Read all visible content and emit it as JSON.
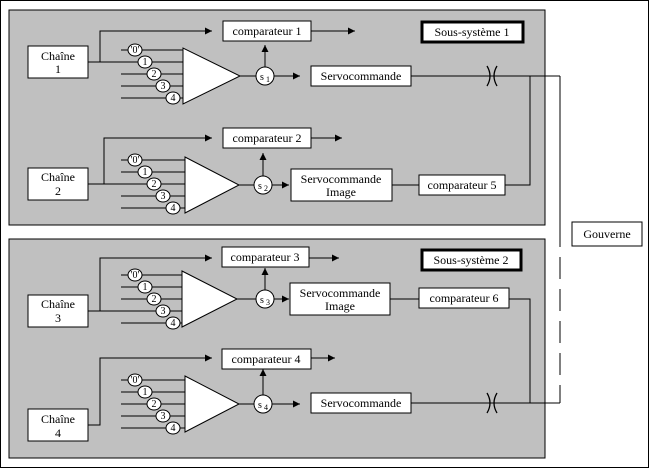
{
  "subsystems": [
    {
      "title": "Sous-système 1"
    },
    {
      "title": "Sous-système 2"
    }
  ],
  "chains": [
    {
      "name": "Chaîne",
      "number": "1",
      "signal": "s",
      "signal_index": "1",
      "comparator": "comparateur 1",
      "servo_line1": "Servocommande",
      "servo_line2": "",
      "out_comparator": ""
    },
    {
      "name": "Chaîne",
      "number": "2",
      "signal": "s",
      "signal_index": "2",
      "comparator": "comparateur 2",
      "servo_line1": "Servocommande",
      "servo_line2": "Image",
      "out_comparator": "comparateur 5"
    },
    {
      "name": "Chaîne",
      "number": "3",
      "signal": "s",
      "signal_index": "3",
      "comparator": "comparateur 3",
      "servo_line1": "Servocommande",
      "servo_line2": "Image",
      "out_comparator": "comparateur 6"
    },
    {
      "name": "Chaîne",
      "number": "4",
      "signal": "s",
      "signal_index": "4",
      "comparator": "comparateur 4",
      "servo_line1": "Servocommande",
      "servo_line2": "",
      "out_comparator": ""
    }
  ],
  "input_labels": [
    "'0'",
    "1",
    "2",
    "3",
    "4"
  ],
  "gouverne": "Gouverne"
}
